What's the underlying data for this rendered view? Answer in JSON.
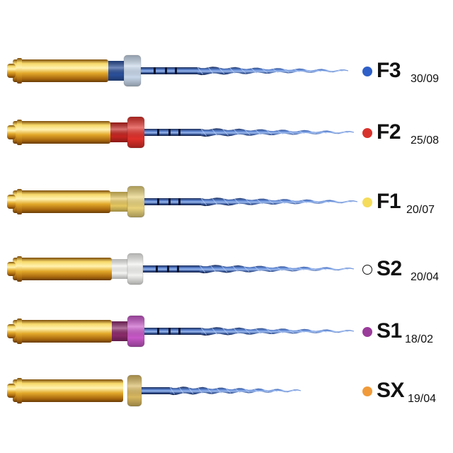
{
  "files": [
    {
      "code": "F3",
      "size": "30/09",
      "color": "#2f5fc8",
      "ring": "#c7d7ea",
      "band": "#2a4f9a",
      "outlined": false
    },
    {
      "code": "F2",
      "size": "25/08",
      "color": "#d8322c",
      "ring": "#e0302a",
      "band": "#c42420",
      "outlined": false
    },
    {
      "code": "F1",
      "size": "20/07",
      "color": "#f5dc5a",
      "ring": "#e8d27a",
      "band": "#e6c860",
      "outlined": false
    },
    {
      "code": "S2",
      "size": "20/04",
      "color": "#ffffff",
      "ring": "#f2f2f0",
      "band": "#f4f4f2",
      "outlined": true
    },
    {
      "code": "S1",
      "size": "18/02",
      "color": "#9a3c9a",
      "ring": "#c857c8",
      "band": "#8a2a6a",
      "outlined": false
    },
    {
      "code": "SX",
      "size": "19/04",
      "color": "#f09a3a",
      "ring": "#d8b860",
      "band": "#c89a30",
      "outlined": false
    }
  ]
}
